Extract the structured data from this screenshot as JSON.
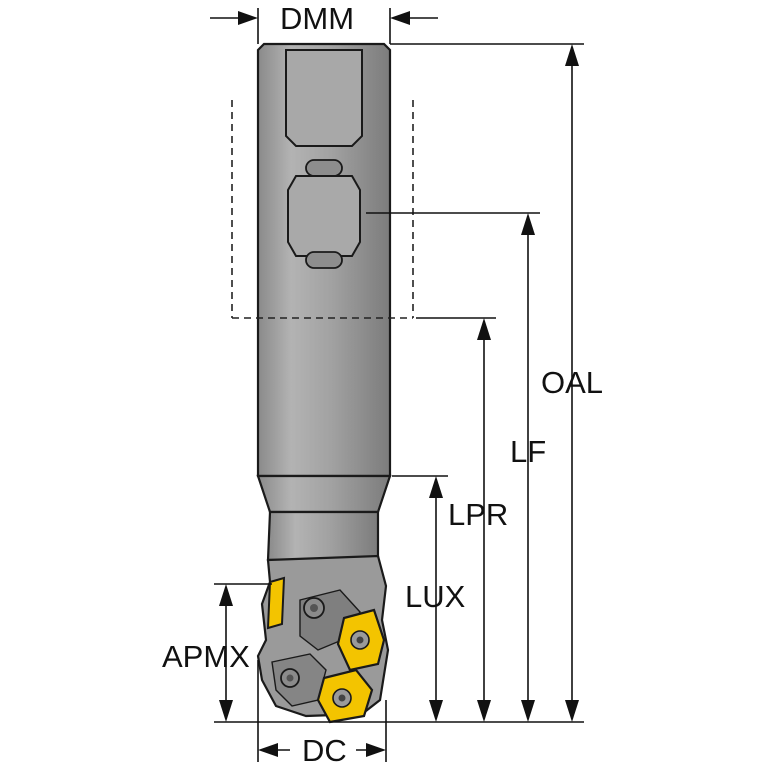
{
  "labels": {
    "dmm": "DMM",
    "oal": "OAL",
    "lf": "LF",
    "lpr": "LPR",
    "lux": "LUX",
    "apmx": "APMX",
    "dc": "DC"
  },
  "colors": {
    "tool_body": "#9c9c9c",
    "tool_shadow": "#7e7e7e",
    "tool_highlight": "#b8b8b8",
    "insert_yellow": "#f3c400",
    "lines": "#111111",
    "background": "#ffffff"
  }
}
